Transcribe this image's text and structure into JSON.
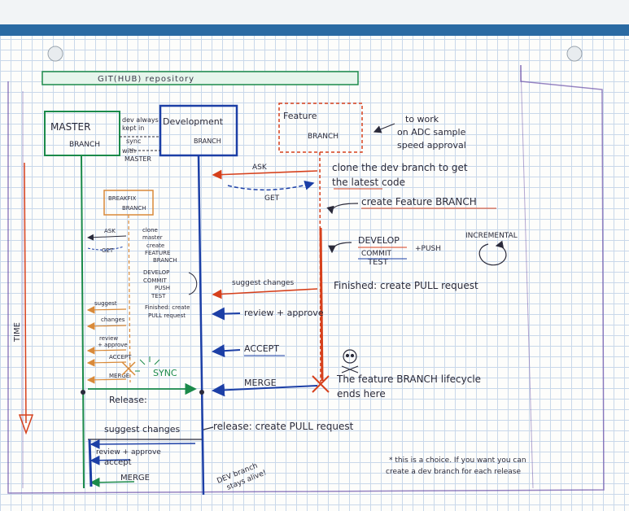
{
  "colors": {
    "master": "#1b8a4a",
    "development": "#1c3fa6",
    "feature": "#d6401c",
    "bugfix": "#d98a3a",
    "purple": "#6a4fa8",
    "ink": "#2a2a3a",
    "band": "#2a6aa3"
  },
  "repository": {
    "label": "GIT(HUB) repository"
  },
  "lanes": {
    "master": {
      "line1": "MASTER",
      "line2": "BRANCH"
    },
    "development": {
      "line1": "Development",
      "line2": "BRANCH"
    },
    "feature": {
      "line1": "Feature",
      "line2": "BRANCH"
    }
  },
  "notes": {
    "dev_always": [
      "dev always",
      "kept in",
      "sync",
      "with",
      "MASTER"
    ],
    "to_work": [
      "to work",
      "on ADC sample",
      "speed approval"
    ],
    "time_axis": "TIME"
  },
  "feature_flow": {
    "ask": "ASK",
    "get": "GET",
    "clone": [
      "clone the dev branch to get",
      "the latest code"
    ],
    "create": "create Feature BRANCH",
    "develop": "DEVELOP",
    "commit": "COMMIT",
    "test": "TEST",
    "push": "+PUSH",
    "incremental": "INCREMENTAL",
    "finished": "Finished: create PULL request",
    "suggest": "suggest changes",
    "review": "review + approve",
    "accept": "ACCEPT",
    "merge": "MERGE",
    "lifecycle": [
      "The feature BRANCH lifecycle",
      "ends here"
    ]
  },
  "bugfix_flow": {
    "box": [
      "BREAKFIX",
      "BRANCH"
    ],
    "ask": "ASK",
    "get": "GET",
    "steps": [
      "clone",
      "master",
      "create",
      "FEATURE",
      "BRANCH"
    ],
    "develop": [
      "DEVELOP",
      "COMMIT",
      "PUSH",
      "TEST"
    ],
    "finished": [
      "Finished: create",
      "PULL request"
    ],
    "suggest": [
      "suggest",
      "changes"
    ],
    "review": [
      "review",
      "+ approve"
    ],
    "accept": "ACCEPT",
    "merge": "MERGE",
    "sync": "SYNC"
  },
  "release_flow": {
    "release": "Release:",
    "release_note": "release: create PULL request",
    "suggest": "suggest changes",
    "review": "review + approve",
    "accept": "accept",
    "merge": "MERGE",
    "dev_branch": [
      "DEV branch",
      "stays alive!"
    ],
    "choice": [
      "* this is a choice. If you want you can",
      "create a dev branch for each release"
    ]
  }
}
